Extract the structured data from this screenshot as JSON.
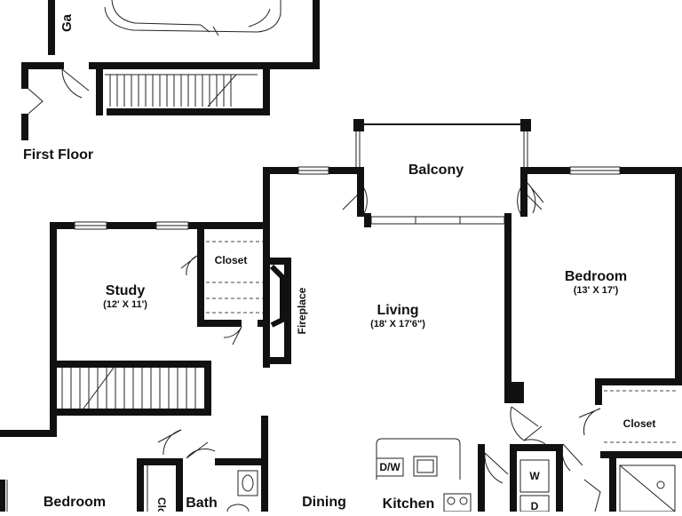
{
  "labels": {
    "garage": "Ga",
    "first_floor": "First Floor",
    "balcony": "Balcony",
    "living": "Living",
    "living_dim": "(18' X 17'6\")",
    "bedroom_right": "Bedroom",
    "bedroom_right_dim": "(13' X 17')",
    "study": "Study",
    "study_dim": "(12' X 11')",
    "closet_study": "Closet",
    "closet_right": "Closet",
    "fireplace": "Fireplace",
    "bedroom_left": "Bedroom",
    "bath": "Bath",
    "dining": "Dining",
    "kitchen": "Kitchen",
    "dw": "D/W",
    "washer": "W",
    "dryer": "D",
    "closet_small": "Clo"
  }
}
